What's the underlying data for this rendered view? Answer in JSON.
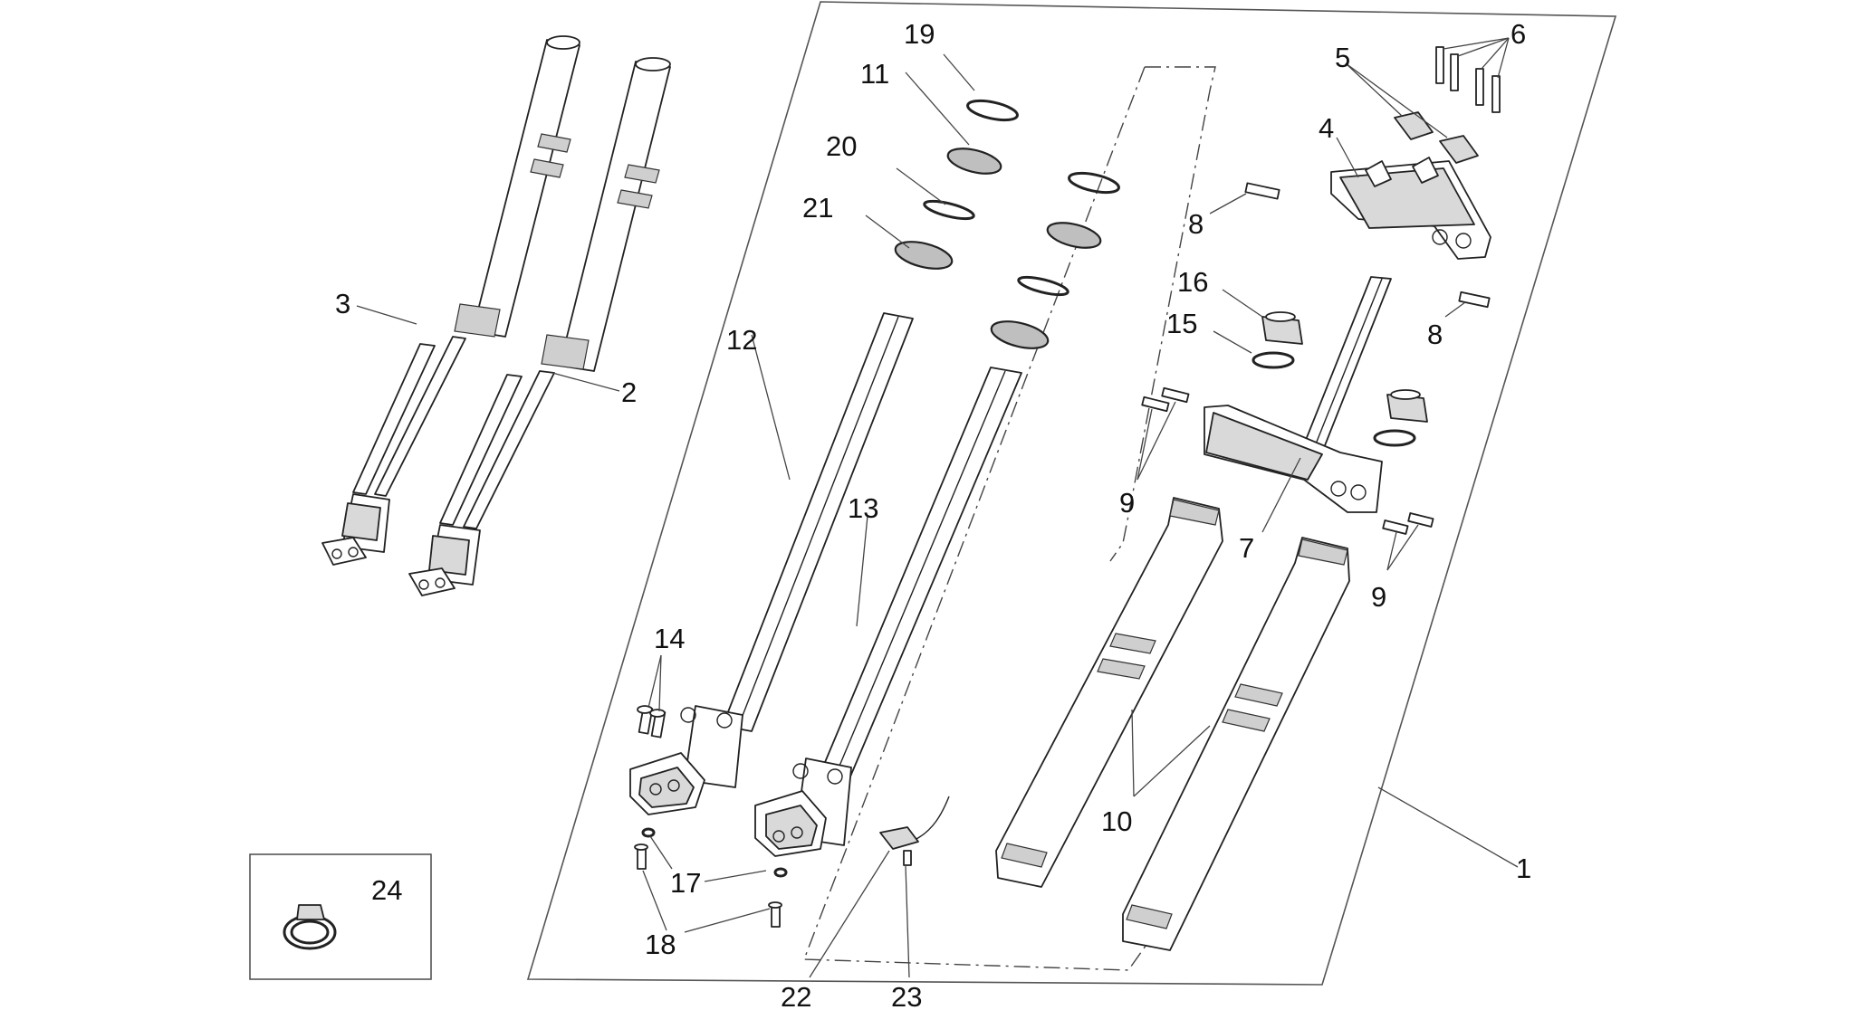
{
  "callouts": [
    "1",
    "2",
    "3",
    "4",
    "5",
    "6",
    "7",
    "8",
    "8",
    "9",
    "9",
    "10",
    "11",
    "12",
    "13",
    "14",
    "15",
    "16",
    "17",
    "18",
    "19",
    "20",
    "21",
    "22",
    "23",
    "24"
  ],
  "colors": {
    "line": "#222222",
    "band": "#cfcfcf",
    "frame": "#555555",
    "background": "#ffffff"
  }
}
